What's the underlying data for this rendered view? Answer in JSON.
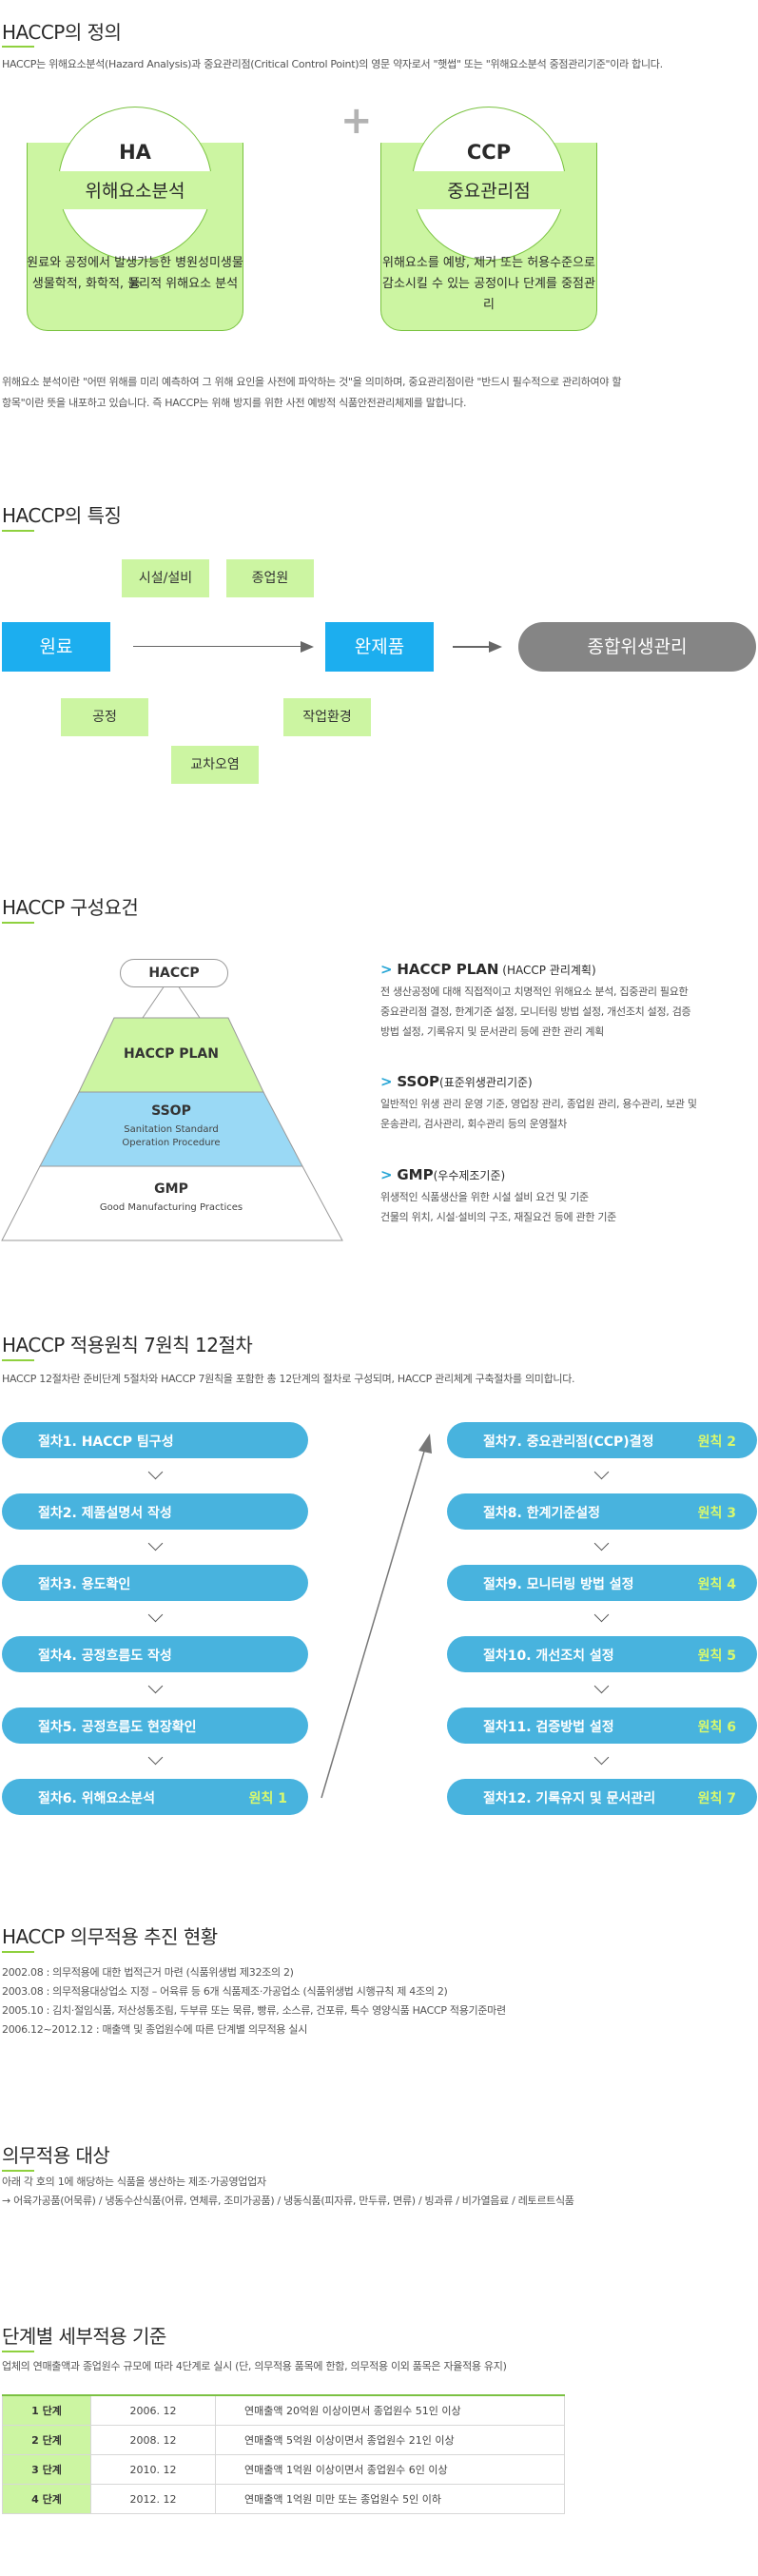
{
  "definition": {
    "title": "HACCP의 정의",
    "intro": "HACCP는 위해요소분석(Hazard Analysis)과 중요관리점(Critical Control Point)의 영문 약자로서 \"햇썹\" 또는 \"위해요소분석 중점관리기준\"이라 합니다.",
    "plus": "+",
    "ha": {
      "abbr": "HA",
      "name": "위해요소분석",
      "desc1": "원료와 공정에서 발생가능한 병원성미생물등",
      "desc2": "생물학적, 화학적, 물리적 위해요소 분석"
    },
    "ccp": {
      "abbr": "CCP",
      "name": "중요관리점",
      "desc1": "위해요소를 예방, 제거 또는 허용수준으로",
      "desc2": "감소시킬 수 있는 공정이나 단계를 중점관리"
    },
    "para1": "위해요소 분석이란 \"어떤 위해를 미리 예측하여 그 위해 요인을 사전에 파악하는 것\"을 의미하며, 중요관리점이란 \"반드시 필수적으로 관리하여야 할",
    "para2": "항목\"이란 뜻을 내포하고 있습니다. 즉 HACCP는 위해 방지를 위한 사전 예방적 식품안전관리체제를 말합니다."
  },
  "features": {
    "title": "HACCP의 특징",
    "raw": "원료",
    "finished": "완제품",
    "total": "종합위생관리",
    "factors": {
      "facility": "시설/설비",
      "staff": "종업원",
      "process": "공정",
      "environment": "작업환경",
      "cross": "교차오염"
    }
  },
  "requirements": {
    "title": "HACCP 구성요건",
    "pyramid": {
      "top": "HACCP",
      "plan": "HACCP PLAN",
      "ssop": "SSOP",
      "ssop_sub1": "Sanitation Standard",
      "ssop_sub2": "Operation Procedure",
      "gmp": "GMP",
      "gmp_sub": "Good Manufacturing Practices"
    },
    "arrow": ">",
    "items": [
      {
        "name": "HACCP PLAN",
        "sub": " (HACCP 관리계획)",
        "lines": [
          "전 생산공정에 대해 직접적이고 치명적인 위해요소 분석, 집중관리 필요한",
          "중요관리점 결정, 한계기준 설정, 모니터링 방법 설정, 개선조치 설정, 검증",
          "방법 설정, 기록유지 및 문서관리 등에 관한 관리 계획"
        ]
      },
      {
        "name": "SSOP",
        "sub": "(표준위생관리기준)",
        "lines": [
          "일반적인 위생 관리 운영 기준, 영업장 관리, 종업원 관리, 용수관리, 보관 및",
          "운송관리, 검사관리, 회수관리 등의 운영절차"
        ]
      },
      {
        "name": "GMP",
        "sub": "(우수제조기준)",
        "lines": [
          "위생적인 식품생산을 위한 시설 설비 요건 및 기준",
          "건물의 위치, 시설·설비의 구조, 재질요건 등에 관한 기준"
        ]
      }
    ]
  },
  "principles": {
    "title": "HACCP 적용원칙 7원칙 12절차",
    "intro": "HACCP 12절차란 준비단계 5절차와 HACCP 7원칙을 포함한 총 12단계의 절차로 구성되며, HACCP 관리체계 구축절차를 의미합니다.",
    "left": [
      {
        "label": "절차1. HACCP 팀구성",
        "principle": ""
      },
      {
        "label": "절차2. 제품설명서 작성",
        "principle": ""
      },
      {
        "label": "절차3. 용도확인",
        "principle": ""
      },
      {
        "label": "절차4. 공정흐름도 작성",
        "principle": ""
      },
      {
        "label": "절차5. 공정흐름도 현장확인",
        "principle": ""
      },
      {
        "label": "절차6. 위해요소분석",
        "principle": "원칙 1"
      }
    ],
    "right": [
      {
        "label": "절차7. 중요관리점(CCP)결정",
        "principle": "원칙 2"
      },
      {
        "label": "절차8. 한계기준설정",
        "principle": "원칙 3"
      },
      {
        "label": "절차9. 모니터링 방법 설정",
        "principle": "원칙 4"
      },
      {
        "label": "절차10. 개선조치 설정",
        "principle": "원칙 5"
      },
      {
        "label": "절차11. 검증방법 설정",
        "principle": "원칙 6"
      },
      {
        "label": "절차12. 기록유지 및 문서관리",
        "principle": "원칙 7"
      }
    ]
  },
  "status": {
    "title": "HACCP 의무적용 추진 현황",
    "lines": [
      "2002.08 : 의무적용에 대한 법적근거 마련 (식품위생법 제32조의 2)",
      "2003.08 : 의무적용대상업소 지정 – 어육류 등 6개 식품제조·가공업소 (식품위생법 시행규칙 제 4조의 2)",
      "2005.10 : 김치·절임식품, 저산성통조림, 두부류 또는 묵류, 빵류, 소스류, 건포류, 특수 영양식품 HACCP 적용기준마련",
      "2006.12~2012.12 : 매출액 및 종업원수에 따른 단계별 의무적용 실시"
    ]
  },
  "targets": {
    "title": "의무적용 대상",
    "line1": "아래 각 호의 1에 해당하는 식품을 생산하는 제조·가공영업업자",
    "line2": "→ 어육가공품(어묵류) / 냉동수산식품(어류, 연체류, 조미가공품) / 냉동식품(피자류, 만두류, 면류) / 빙과류 / 비가열음료 / 레토르트식품"
  },
  "stages": {
    "title": "단계별 세부적용 기준",
    "intro": "업체의 연매출액과 종업원수 규모에 따라 4단계로 실시 (단, 의무적용 품목에 한함, 의무적용 이외 품목은 자율적용 유지)",
    "rows": [
      {
        "stage": "1 단계",
        "date": "2006. 12",
        "desc": "연매출액 20억원 이상이면서 종업원수 51인 이상"
      },
      {
        "stage": "2 단계",
        "date": "2008. 12",
        "desc": "연매출액 5억원 이상이면서 종업원수 21인 이상"
      },
      {
        "stage": "3 단계",
        "date": "2010. 12",
        "desc": "연매출액 1억원 이상이면서 종업원수 6인 이상"
      },
      {
        "stage": "4 단계",
        "date": "2012. 12",
        "desc": "연매출액 1억원 미만 또는 종업원수 5인 이하"
      }
    ]
  }
}
